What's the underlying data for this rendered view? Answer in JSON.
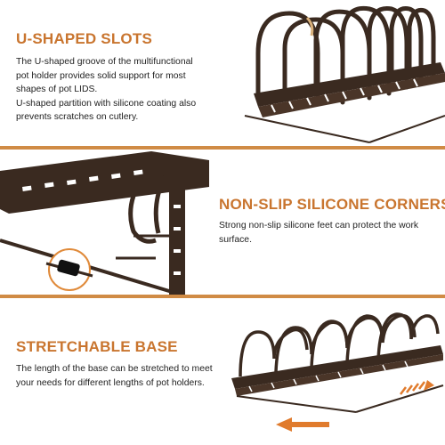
{
  "sections": [
    {
      "title": "U-SHAPED SLOTS",
      "paragraphs": [
        "The U-shaped groove of the multifunctional pot holder provides solid support for most shapes of pot LIDS.",
        "U-shaped partition with silicone coating also prevents scratches on cutlery."
      ]
    },
    {
      "title": "NON-SLIP SILICONE CORNERS",
      "paragraphs": [
        "Strong non-slip silicone feet can protect the work surface."
      ]
    },
    {
      "title": "STRETCHABLE BASE",
      "paragraphs": [
        "The length of the base can be stretched to meet your needs for different lengths of pot holders."
      ]
    }
  ],
  "colors": {
    "accent": "#c9752f",
    "divider": "#d08b45",
    "metal": "#3a2a20",
    "text": "#222222"
  },
  "icons": [
    "u-slot-closeup-image",
    "silicone-corner-closeup-image",
    "stretchable-base-image",
    "expand-arrow-icon"
  ]
}
